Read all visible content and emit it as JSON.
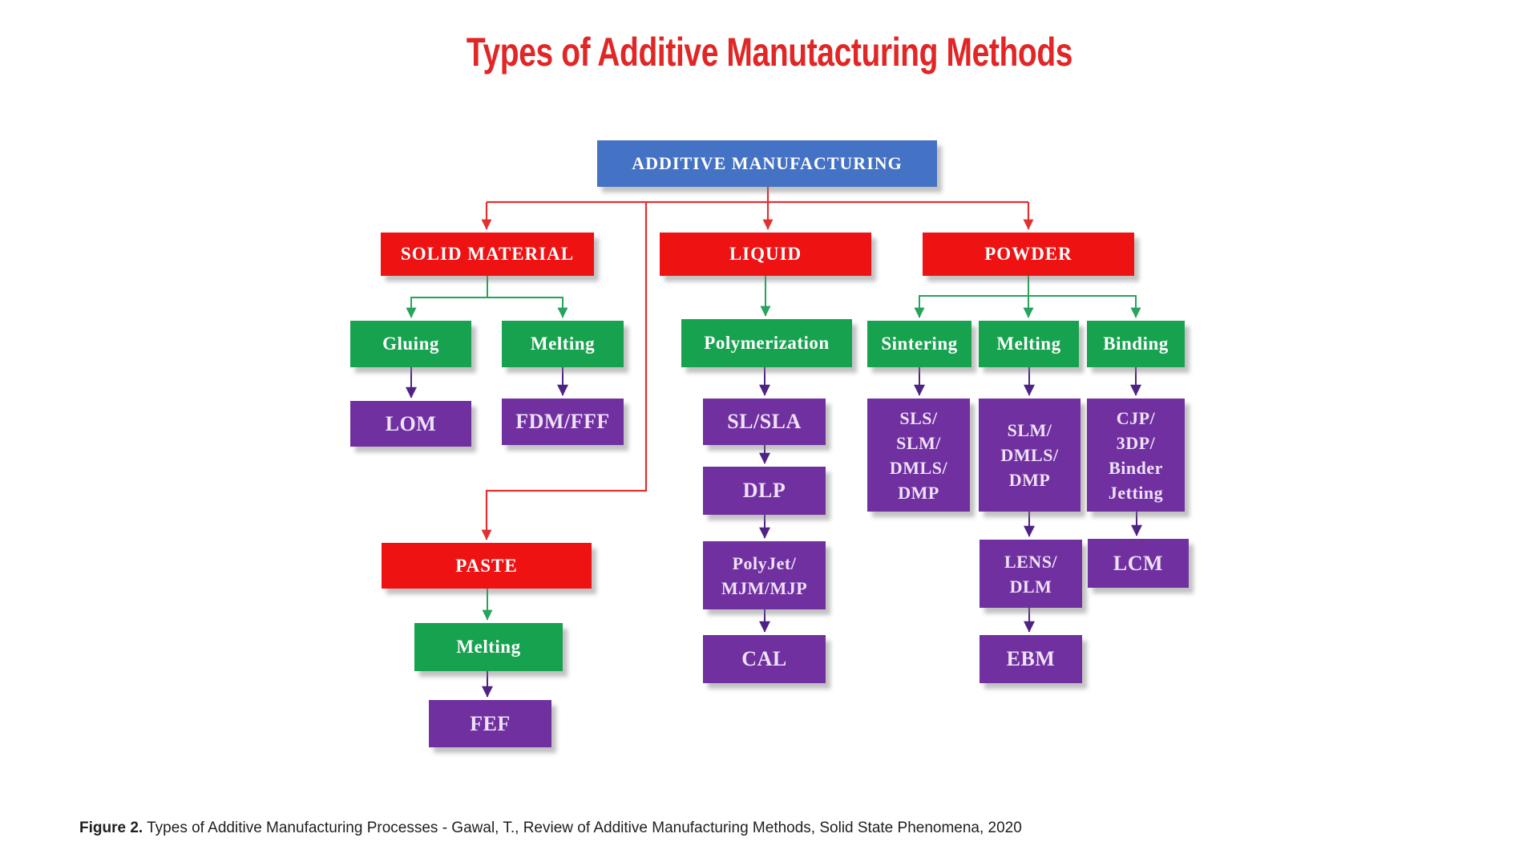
{
  "title": "Types of Additive Manutacturing Methods",
  "caption": {
    "prefix": "Figure 2.",
    "text": " Types of Additive Manufacturing Processes - Gawal, T., Review of Additive Manufacturing Methods, Solid State Phenomena, 2020"
  },
  "colors": {
    "box-blue": "#4472c4",
    "box-red": "#ee1212",
    "box-green": "#17a24f",
    "box-purple": "#7030a0",
    "line-red": "#e03131",
    "line-green": "#27a35c",
    "line-purple": "#4f2386",
    "title-red": "#e12626",
    "caption-text": "#1f1f1f"
  },
  "nodes": {
    "root": {
      "label": "ADDITIVE MANUFACTURING"
    },
    "solid": {
      "label": "SOLID MATERIAL"
    },
    "liquid": {
      "label": "LIQUID"
    },
    "powder": {
      "label": "POWDER"
    },
    "paste": {
      "label": "PASTE"
    },
    "gluing": {
      "label": "Gluing"
    },
    "melting_solid": {
      "label": "Melting"
    },
    "polymerization": {
      "label": "Polymerization"
    },
    "sintering": {
      "label": "Sintering"
    },
    "melting_powder": {
      "label": "Melting"
    },
    "binding": {
      "label": "Binding"
    },
    "melting_paste": {
      "label": "Melting"
    },
    "lom": {
      "label": "LOM"
    },
    "fdm": {
      "label": "FDM/FFF"
    },
    "slsla": {
      "label": "SL/SLA"
    },
    "dlp": {
      "label": "DLP"
    },
    "polyjet": {
      "label": "PolyJet/\nMJM/MJP"
    },
    "cal": {
      "label": "CAL"
    },
    "sls_group": {
      "label": "SLS/\nSLM/\nDMLS/\nDMP"
    },
    "slm_group": {
      "label": "SLM/\nDMLS/\nDMP"
    },
    "cjp_group": {
      "label": "CJP/\n3DP/\nBinder\nJetting"
    },
    "lens": {
      "label": "LENS/\nDLM"
    },
    "lcm": {
      "label": "LCM"
    },
    "ebm": {
      "label": "EBM"
    },
    "fef": {
      "label": "FEF"
    }
  },
  "edges": [
    {
      "from": "additive-manufacturing",
      "to": "solid-material",
      "color": "red"
    },
    {
      "from": "additive-manufacturing",
      "to": "liquid",
      "color": "red"
    },
    {
      "from": "additive-manufacturing",
      "to": "powder",
      "color": "red"
    },
    {
      "from": "additive-manufacturing",
      "to": "paste",
      "color": "red"
    },
    {
      "from": "solid-material",
      "to": "gluing",
      "color": "green"
    },
    {
      "from": "solid-material",
      "to": "melting-solid",
      "color": "green"
    },
    {
      "from": "gluing",
      "to": "lom",
      "color": "purple"
    },
    {
      "from": "melting-solid",
      "to": "fdm-fff",
      "color": "purple"
    },
    {
      "from": "paste",
      "to": "melting-paste",
      "color": "green"
    },
    {
      "from": "melting-paste",
      "to": "fef",
      "color": "purple"
    },
    {
      "from": "liquid",
      "to": "polymerization",
      "color": "green"
    },
    {
      "from": "polymerization",
      "to": "sl-sla",
      "color": "purple"
    },
    {
      "from": "sl-sla",
      "to": "dlp",
      "color": "purple"
    },
    {
      "from": "dlp",
      "to": "polyjet-mjm-mjp",
      "color": "purple"
    },
    {
      "from": "polyjet-mjm-mjp",
      "to": "cal",
      "color": "purple"
    },
    {
      "from": "powder",
      "to": "sintering",
      "color": "green"
    },
    {
      "from": "powder",
      "to": "melting-powder",
      "color": "green"
    },
    {
      "from": "powder",
      "to": "binding",
      "color": "green"
    },
    {
      "from": "sintering",
      "to": "sls-slm-dmls-dmp",
      "color": "purple"
    },
    {
      "from": "melting-powder",
      "to": "slm-dmls-dmp",
      "color": "purple"
    },
    {
      "from": "binding",
      "to": "cjp-3dp-binder-jetting",
      "color": "purple"
    },
    {
      "from": "slm-dmls-dmp",
      "to": "lens-dlm",
      "color": "purple"
    },
    {
      "from": "lens-dlm",
      "to": "ebm",
      "color": "purple"
    },
    {
      "from": "cjp-3dp-binder-jetting",
      "to": "lcm",
      "color": "purple"
    }
  ]
}
